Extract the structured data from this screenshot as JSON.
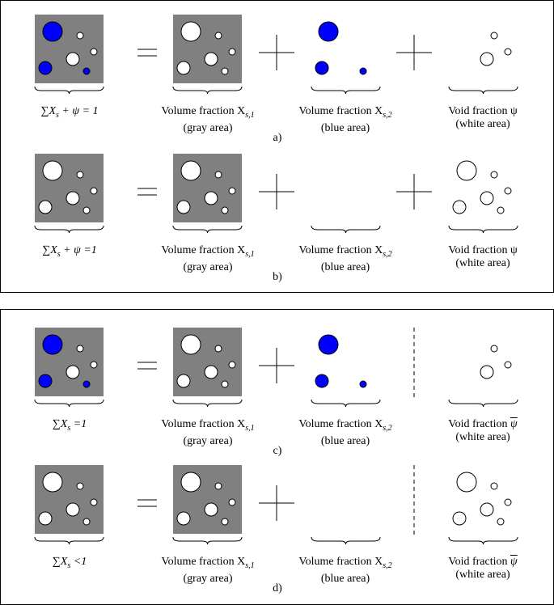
{
  "panels": [
    {
      "id": "a",
      "tag": "a)",
      "equation": "∑X",
      "equation_rest": " + ψ = 1",
      "blue_present": true,
      "void_symbol": "ψ",
      "void_bar": false,
      "separator": "plus",
      "void_has_big_circles": false,
      "base_has_blue": true,
      "labels": [
        {
          "line1": "Volume fraction X",
          "sub": "s,1",
          "line2": "(gray area)"
        },
        {
          "line1": "Volume fraction X",
          "sub": "s,2",
          "line2": "(blue area)"
        },
        {
          "line1": "Void fraction ψ",
          "sub": "",
          "line2": "(white area)"
        }
      ]
    },
    {
      "id": "b",
      "tag": "b)",
      "equation": "∑X",
      "equation_rest": " + ψ =1",
      "blue_present": false,
      "void_symbol": "ψ",
      "void_bar": false,
      "separator": "plus",
      "void_has_big_circles": true,
      "base_has_blue": false,
      "labels": [
        {
          "line1": "Volume fraction X",
          "sub": "s,1",
          "line2": "(gray area)"
        },
        {
          "line1": "Volume fraction X",
          "sub": "s,2",
          "line2": "(blue area)"
        },
        {
          "line1": "Void fraction ψ",
          "sub": "",
          "line2": "(white area)"
        }
      ]
    },
    {
      "id": "c",
      "tag": "c)",
      "equation": "∑X",
      "equation_rest": " =1",
      "blue_present": true,
      "void_symbol": "ψ",
      "void_bar": true,
      "separator": "dashed",
      "void_has_big_circles": false,
      "base_has_blue": true,
      "labels": [
        {
          "line1": "Volume fraction X",
          "sub": "s,1",
          "line2": "(gray area)"
        },
        {
          "line1": "Volume fraction X",
          "sub": "s,2",
          "line2": "(blue area)"
        },
        {
          "line1": "Void fraction ψ",
          "sub": "",
          "line2": "(white area)"
        }
      ]
    },
    {
      "id": "d",
      "tag": "d)",
      "equation": "∑X",
      "equation_rest": " <1",
      "blue_present": false,
      "void_symbol": "ψ",
      "void_bar": true,
      "separator": "dashed",
      "void_has_big_circles": true,
      "base_has_blue": false,
      "labels": [
        {
          "line1": "Volume fraction X",
          "sub": "s,1",
          "line2": "(gray area)"
        },
        {
          "line1": "Volume fraction X",
          "sub": "s,2",
          "line2": "(blue area)"
        },
        {
          "line1": "Void fraction ψ",
          "sub": "",
          "line2": "(white area)"
        }
      ]
    }
  ],
  "equation_sub": "s",
  "colors": {
    "gray": "#808080",
    "blue": "#0000ff",
    "white": "#ffffff",
    "stroke": "#000000"
  }
}
